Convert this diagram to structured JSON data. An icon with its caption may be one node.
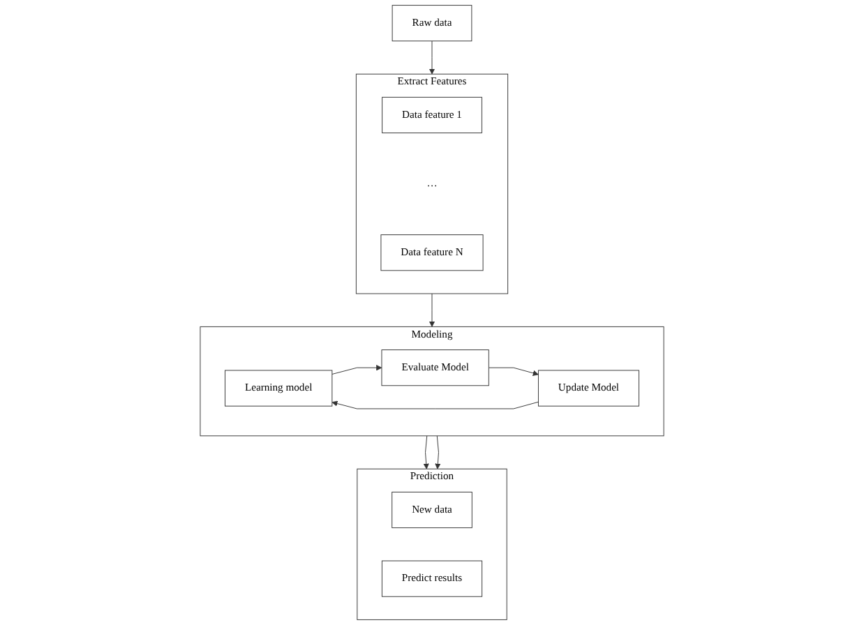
{
  "diagram": {
    "nodes": [
      {
        "text": [
          "Raw data"
        ]
      },
      {
        "text": [
          "Extract Features"
        ]
      },
      {
        "text": [
          "Data feature 1"
        ],
        "in": 1
      },
      {
        "text": [
          "…"
        ],
        "in": 1
      },
      {
        "text": [
          "Data feature N"
        ],
        "in": 1
      },
      {
        "text": [
          "Modeling"
        ]
      },
      {
        "text": [
          "Learning model"
        ],
        "in": 5
      },
      {
        "text": [
          "Evaluate Model"
        ],
        "in": 5
      },
      {
        "text": [
          "Update Model"
        ],
        "in": 5
      },
      {
        "text": [
          "Prediction"
        ]
      },
      {
        "text": [
          "New data"
        ],
        "in": 9
      },
      {
        "text": [
          "Predict results"
        ],
        "in": 9
      }
    ],
    "edges": [
      {
        "from": 0,
        "to": 1,
        "arrow": "to"
      },
      {
        "from": 1,
        "to": 5,
        "arrow": "to"
      },
      {
        "from": 6,
        "to": 7,
        "arrow": "to"
      },
      {
        "from": 7,
        "to": 8,
        "arrow": "to"
      },
      {
        "from": 8,
        "to": 6,
        "arrow": "to"
      },
      {
        "from": 5,
        "to": 9,
        "arrow": "to"
      },
      {
        "from": 5,
        "to": 9,
        "arrow": "to"
      }
    ]
  }
}
